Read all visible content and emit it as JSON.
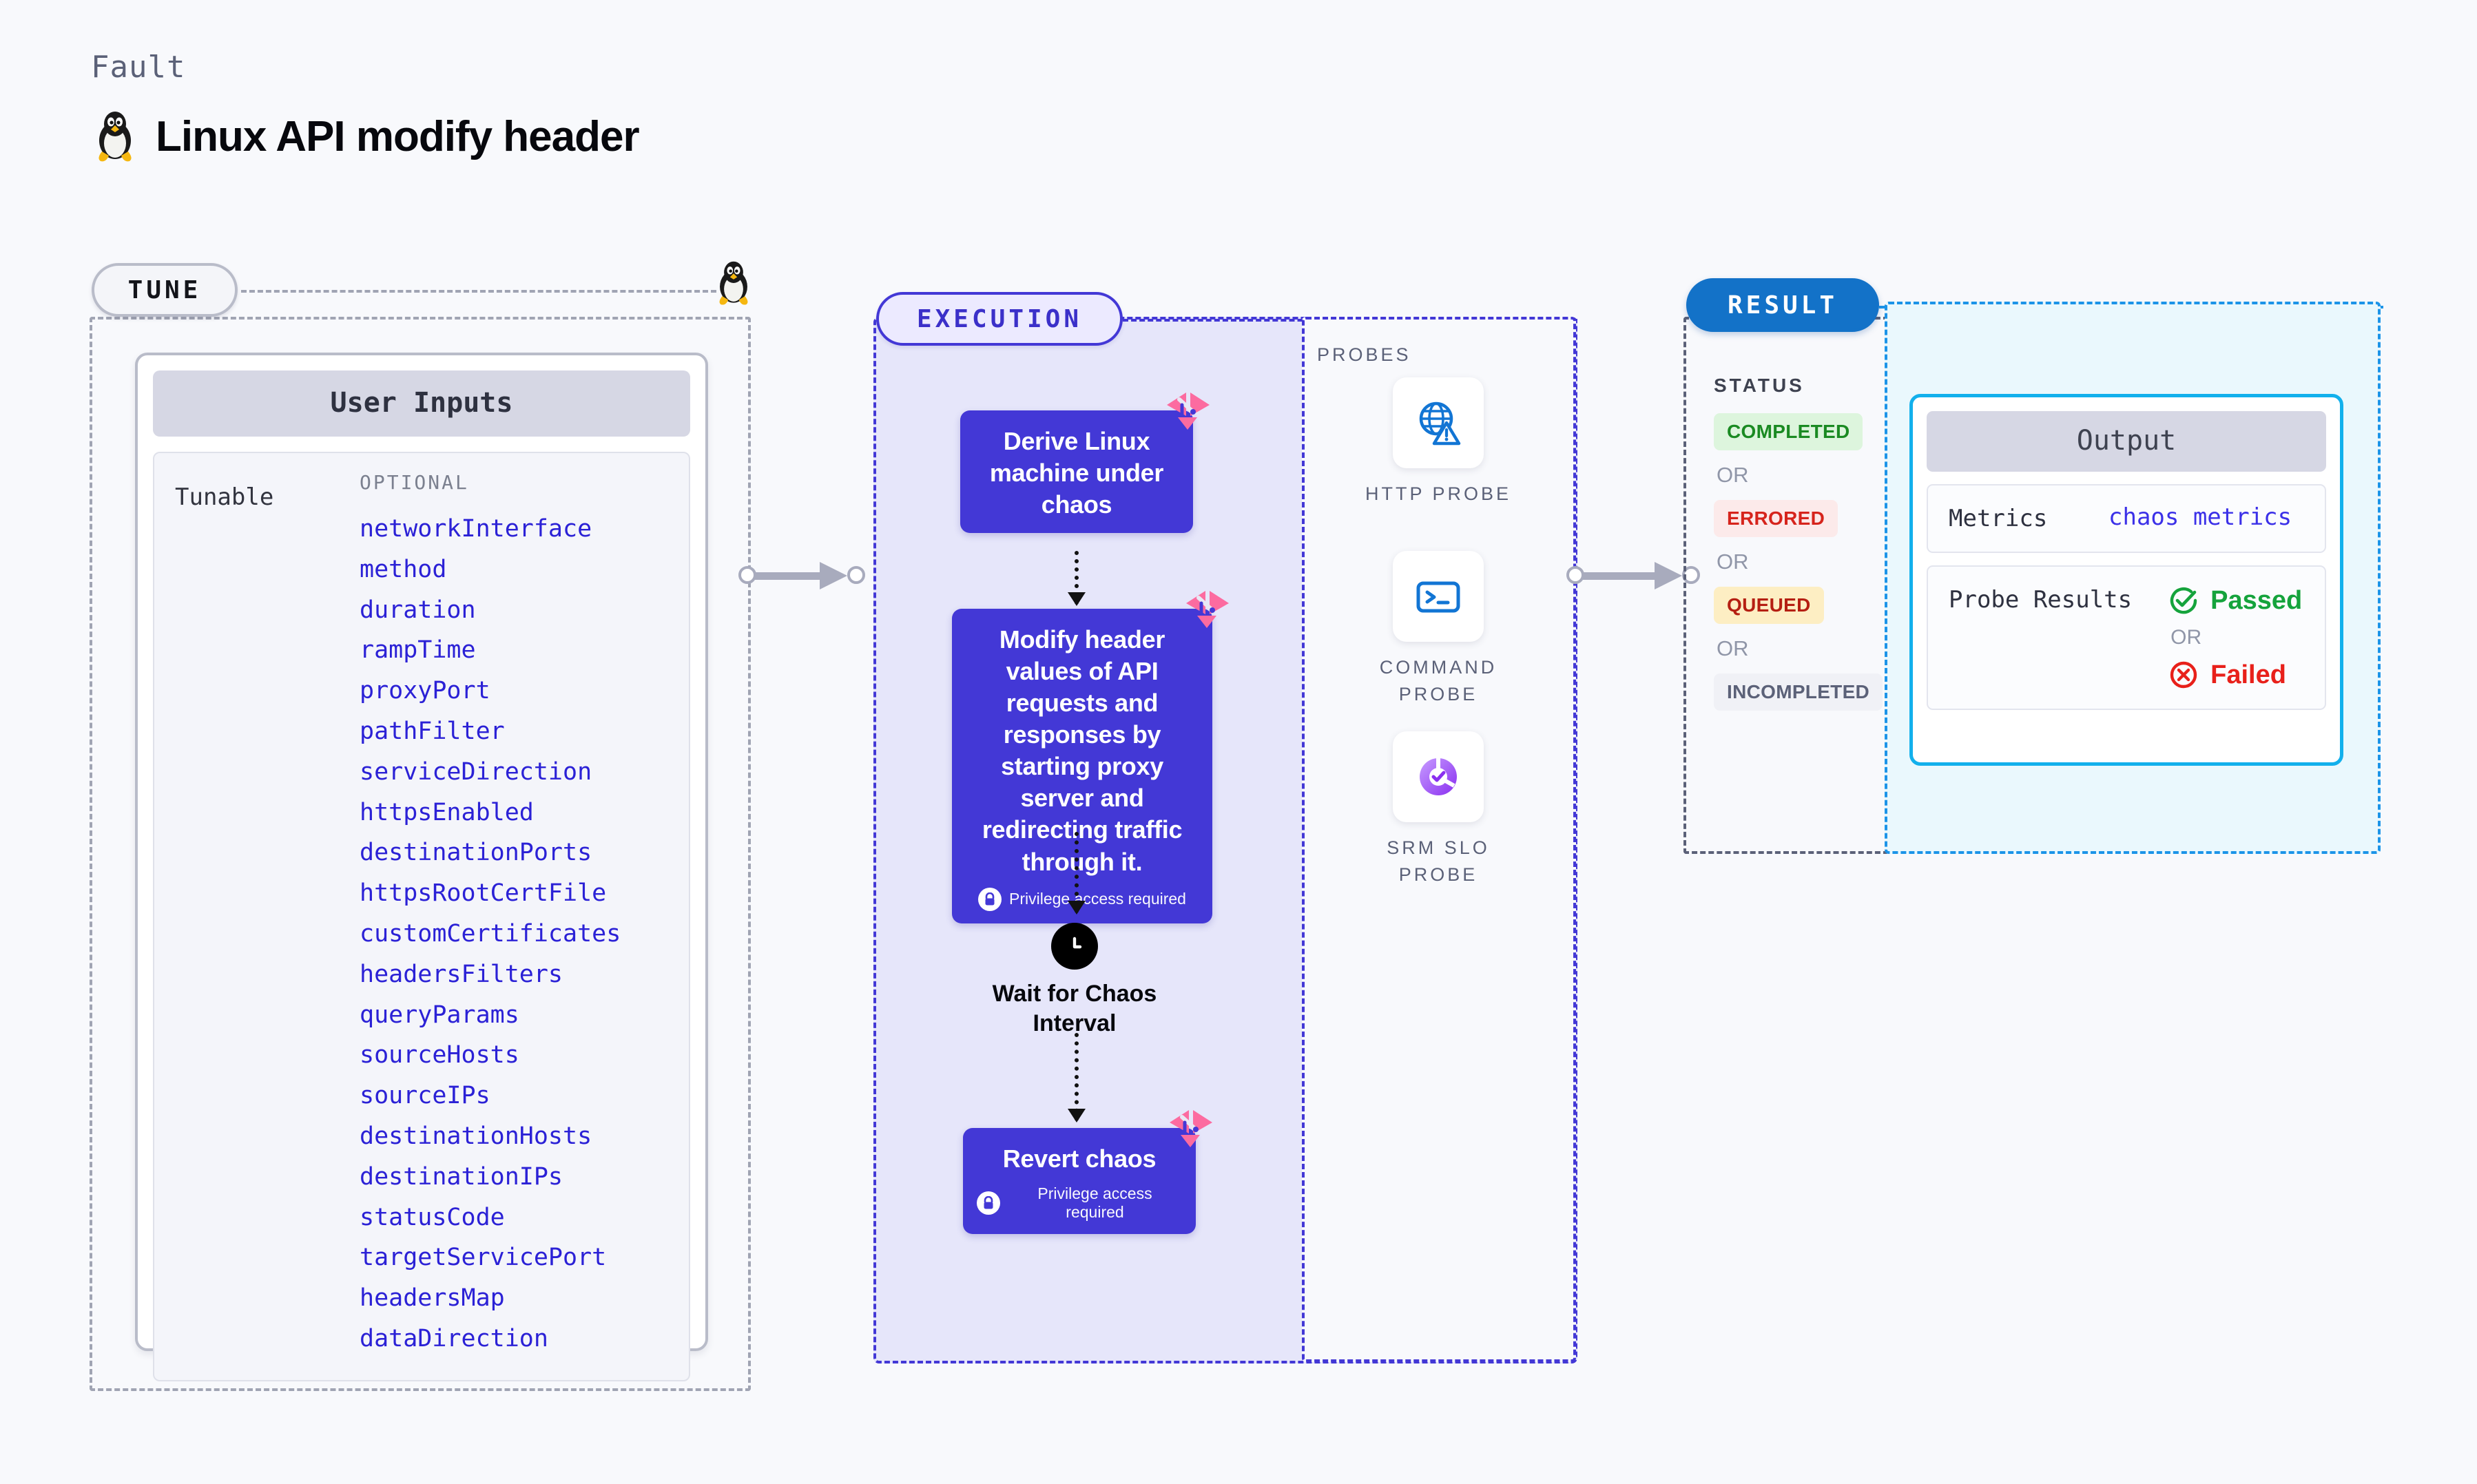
{
  "header": {
    "eyebrow": "Fault",
    "title": "Linux API modify header",
    "os_icon": "linux-penguin-icon"
  },
  "tune": {
    "stage_label": "TUNE",
    "card_title": "User Inputs",
    "group_label": "Tunable",
    "optional_label": "OPTIONAL",
    "parameters": [
      "networkInterface",
      "method",
      "duration",
      "rampTime",
      "proxyPort",
      "pathFilter",
      "serviceDirection",
      "httpsEnabled",
      "destinationPorts",
      "httpsRootCertFile",
      "customCertificates",
      "headersFilters",
      "queryParams",
      "sourceHosts",
      "sourceIPs",
      "destinationHosts",
      "destinationIPs",
      "statusCode",
      "targetServicePort",
      "headersMap",
      "dataDirection"
    ]
  },
  "execution": {
    "stage_label": "EXECUTION",
    "steps": [
      {
        "title": "Derive Linux machine under chaos",
        "privilege": null,
        "flag": "litmus-flag-icon"
      },
      {
        "title": "Modify header values of API requests and responses by starting proxy server and redirecting traffic through it.",
        "privilege": "Privilege access required",
        "flag": "litmus-flag-icon"
      },
      {
        "title": "Revert chaos",
        "privilege": "Privilege access required",
        "flag": "litmus-flag-icon"
      }
    ],
    "wait_node": {
      "icon": "clock-icon",
      "label": "Wait for Chaos Interval"
    }
  },
  "probes": {
    "title": "PROBES",
    "items": [
      {
        "label": "HTTP PROBE",
        "icon": "globe-warning-icon"
      },
      {
        "label": "COMMAND PROBE",
        "icon": "terminal-icon"
      },
      {
        "label": "SRM SLO PROBE",
        "icon": "slo-donut-icon"
      }
    ]
  },
  "result": {
    "stage_label": "RESULT",
    "status_title": "STATUS",
    "or_label": "OR",
    "statuses": [
      {
        "label": "COMPLETED",
        "color": "#1a8a22",
        "bg": "#ddf5dd"
      },
      {
        "label": "ERRORED",
        "color": "#d6241c",
        "bg": "#fceaea"
      },
      {
        "label": "QUEUED",
        "color": "#b51f12",
        "bg": "#fdeec3"
      },
      {
        "label": "INCOMPLETED",
        "color": "#5b6178",
        "bg": "#f0f1f6"
      }
    ],
    "output": {
      "title": "Output",
      "metrics_key": "Metrics",
      "metrics_value": "chaos metrics",
      "probe_key": "Probe Results",
      "passed_label": "Passed",
      "failed_label": "Failed",
      "or_label": "OR",
      "passed_icon": "check-circle-icon",
      "failed_icon": "x-circle-icon"
    }
  },
  "colors": {
    "accent_indigo": "#4338d6",
    "accent_blue": "#1372c8",
    "accent_cyan": "#12b0ec",
    "flag_pink": "#fc6ba0",
    "page_bg": "#f8f9fc"
  }
}
